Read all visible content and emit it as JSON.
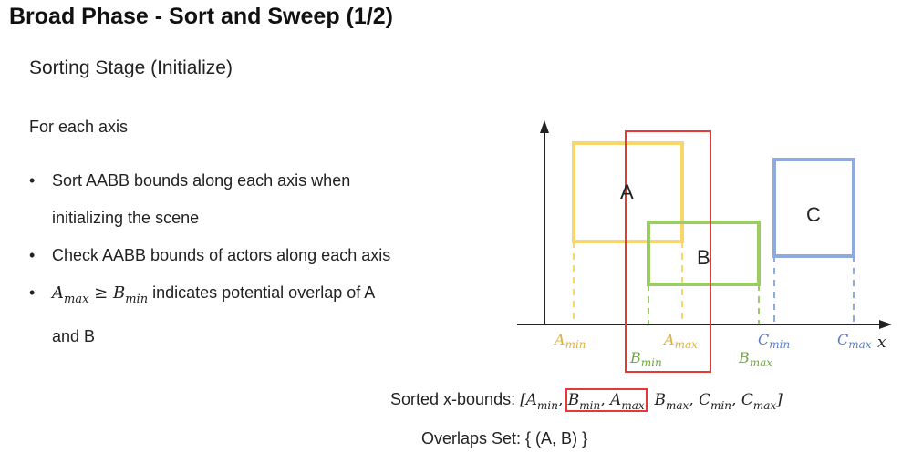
{
  "title": "Broad Phase - Sort and Sweep (1/2)",
  "subtitle": "Sorting Stage (Initialize)",
  "lead": "For each axis",
  "bullets": [
    {
      "text_line1": "Sort AABB bounds along each axis when",
      "text_line2": "initializing the scene"
    },
    {
      "text_line1": "Check AABB bounds of actors along each axis"
    },
    {
      "math_a": "A",
      "math_a_sub": "max",
      "op": "≥",
      "math_b": "B",
      "math_b_sub": "min",
      "text_after": " indicates potential overlap of A",
      "text_line2": "and B"
    }
  ],
  "bullet_char": "•",
  "diagram": {
    "box_labels": {
      "a": "A",
      "b": "B",
      "c": "C"
    },
    "axis_label": "x",
    "bound_labels": [
      {
        "id": "a-min",
        "letter": "A",
        "sub": "min"
      },
      {
        "id": "b-min",
        "letter": "B",
        "sub": "min"
      },
      {
        "id": "a-max",
        "letter": "A",
        "sub": "max"
      },
      {
        "id": "b-max",
        "letter": "B",
        "sub": "max"
      },
      {
        "id": "c-min",
        "letter": "C",
        "sub": "min"
      },
      {
        "id": "c-max",
        "letter": "C",
        "sub": "max"
      }
    ],
    "colors": {
      "a": "#f9d66b",
      "b": "#9ccc65",
      "c": "#8faadc",
      "highlight": "#e53935",
      "axis": "#222222"
    }
  },
  "sorted": {
    "label": "Sorted x-bounds: ",
    "open": "[",
    "close": "]",
    "items": [
      {
        "letter": "A",
        "sub": "min"
      },
      {
        "letter": "B",
        "sub": "min"
      },
      {
        "letter": "A",
        "sub": "max"
      },
      {
        "letter": "B",
        "sub": "max"
      },
      {
        "letter": "C",
        "sub": "min"
      },
      {
        "letter": "C",
        "sub": "max"
      }
    ]
  },
  "overlaps": "Overlaps Set: { (A, B) }"
}
